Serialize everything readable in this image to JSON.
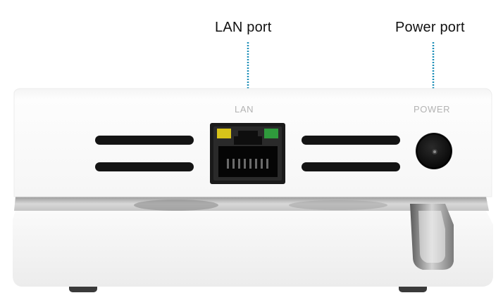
{
  "callouts": {
    "lan_label": "LAN port",
    "power_label": "Power port",
    "leader_color": "#1f8fb8"
  },
  "device_markings": {
    "lan": "LAN",
    "power": "POWER"
  },
  "colors": {
    "body": "#fbfbfb",
    "vent": "#141414",
    "jack_frame": "#1a1a1a",
    "led_left": "#d8c31a",
    "led_right": "#2f9a3c"
  },
  "icons": {
    "lan_port": "ethernet-rj45-port-icon",
    "power_port": "dc-barrel-jack-icon"
  }
}
